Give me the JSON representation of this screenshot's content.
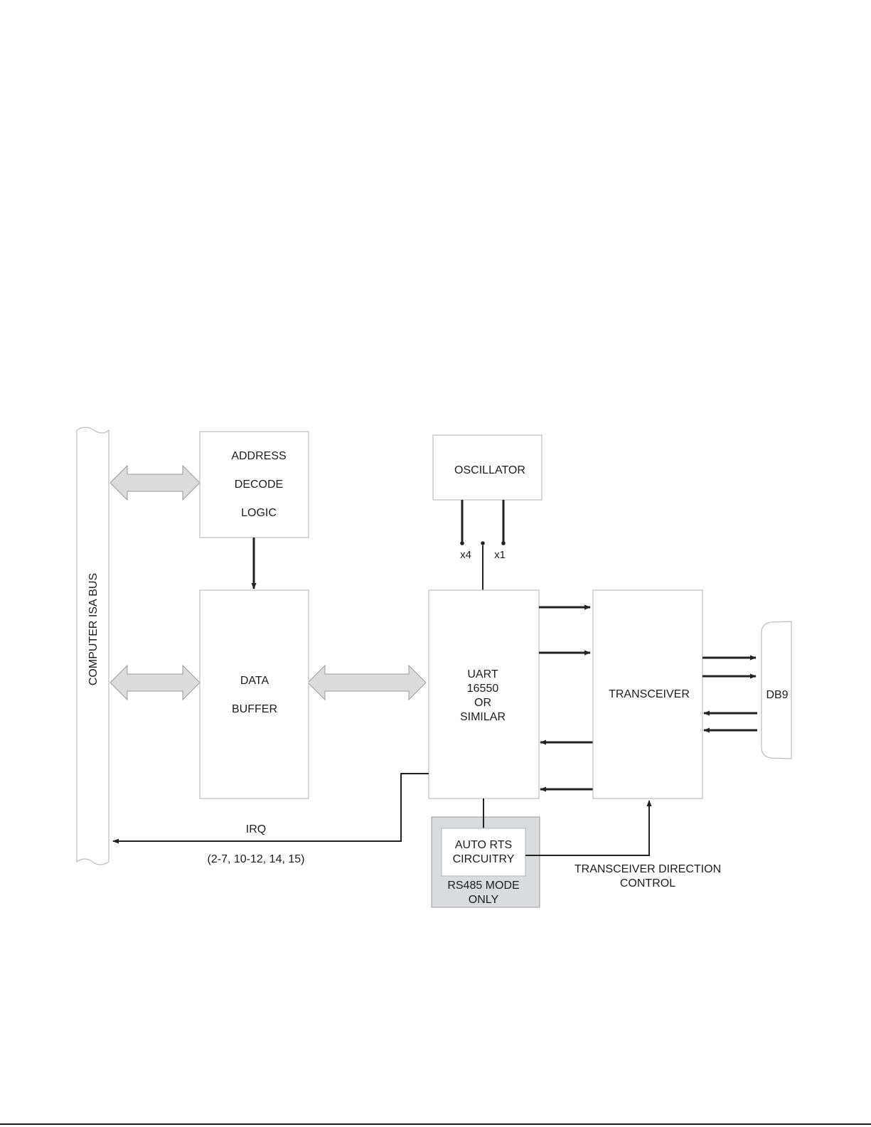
{
  "colors": {
    "box_border": "#bdbdbd",
    "wire": "#222222",
    "bus_arrow_fill": "#dcdcdc",
    "rs485_panel": "#d9dbde",
    "text": "#1c1c1c"
  },
  "bus": {
    "label": "COMPUTER ISA BUS"
  },
  "address_decode": {
    "line1": "ADDRESS",
    "line2": "DECODE",
    "line3": "LOGIC"
  },
  "data_buffer": {
    "line1": "DATA",
    "line2": "BUFFER"
  },
  "oscillator": {
    "label": "OSCILLATOR",
    "tap_x4": "x4",
    "tap_x1": "x1"
  },
  "uart": {
    "line1": "UART",
    "line2": "16550",
    "line3": "OR",
    "line4": "SIMILAR"
  },
  "transceiver": {
    "label": "TRANSCEIVER"
  },
  "connector": {
    "label": "DB9"
  },
  "irq": {
    "label": "IRQ",
    "channels": "(2-7, 10-12, 14, 15)"
  },
  "auto_rts": {
    "line1": "AUTO RTS",
    "line2": "CIRCUITRY"
  },
  "rs485": {
    "line1": "RS485 MODE",
    "line2": "ONLY"
  },
  "direction_control": {
    "line1": "TRANSCEIVER DIRECTION",
    "line2": "CONTROL"
  }
}
